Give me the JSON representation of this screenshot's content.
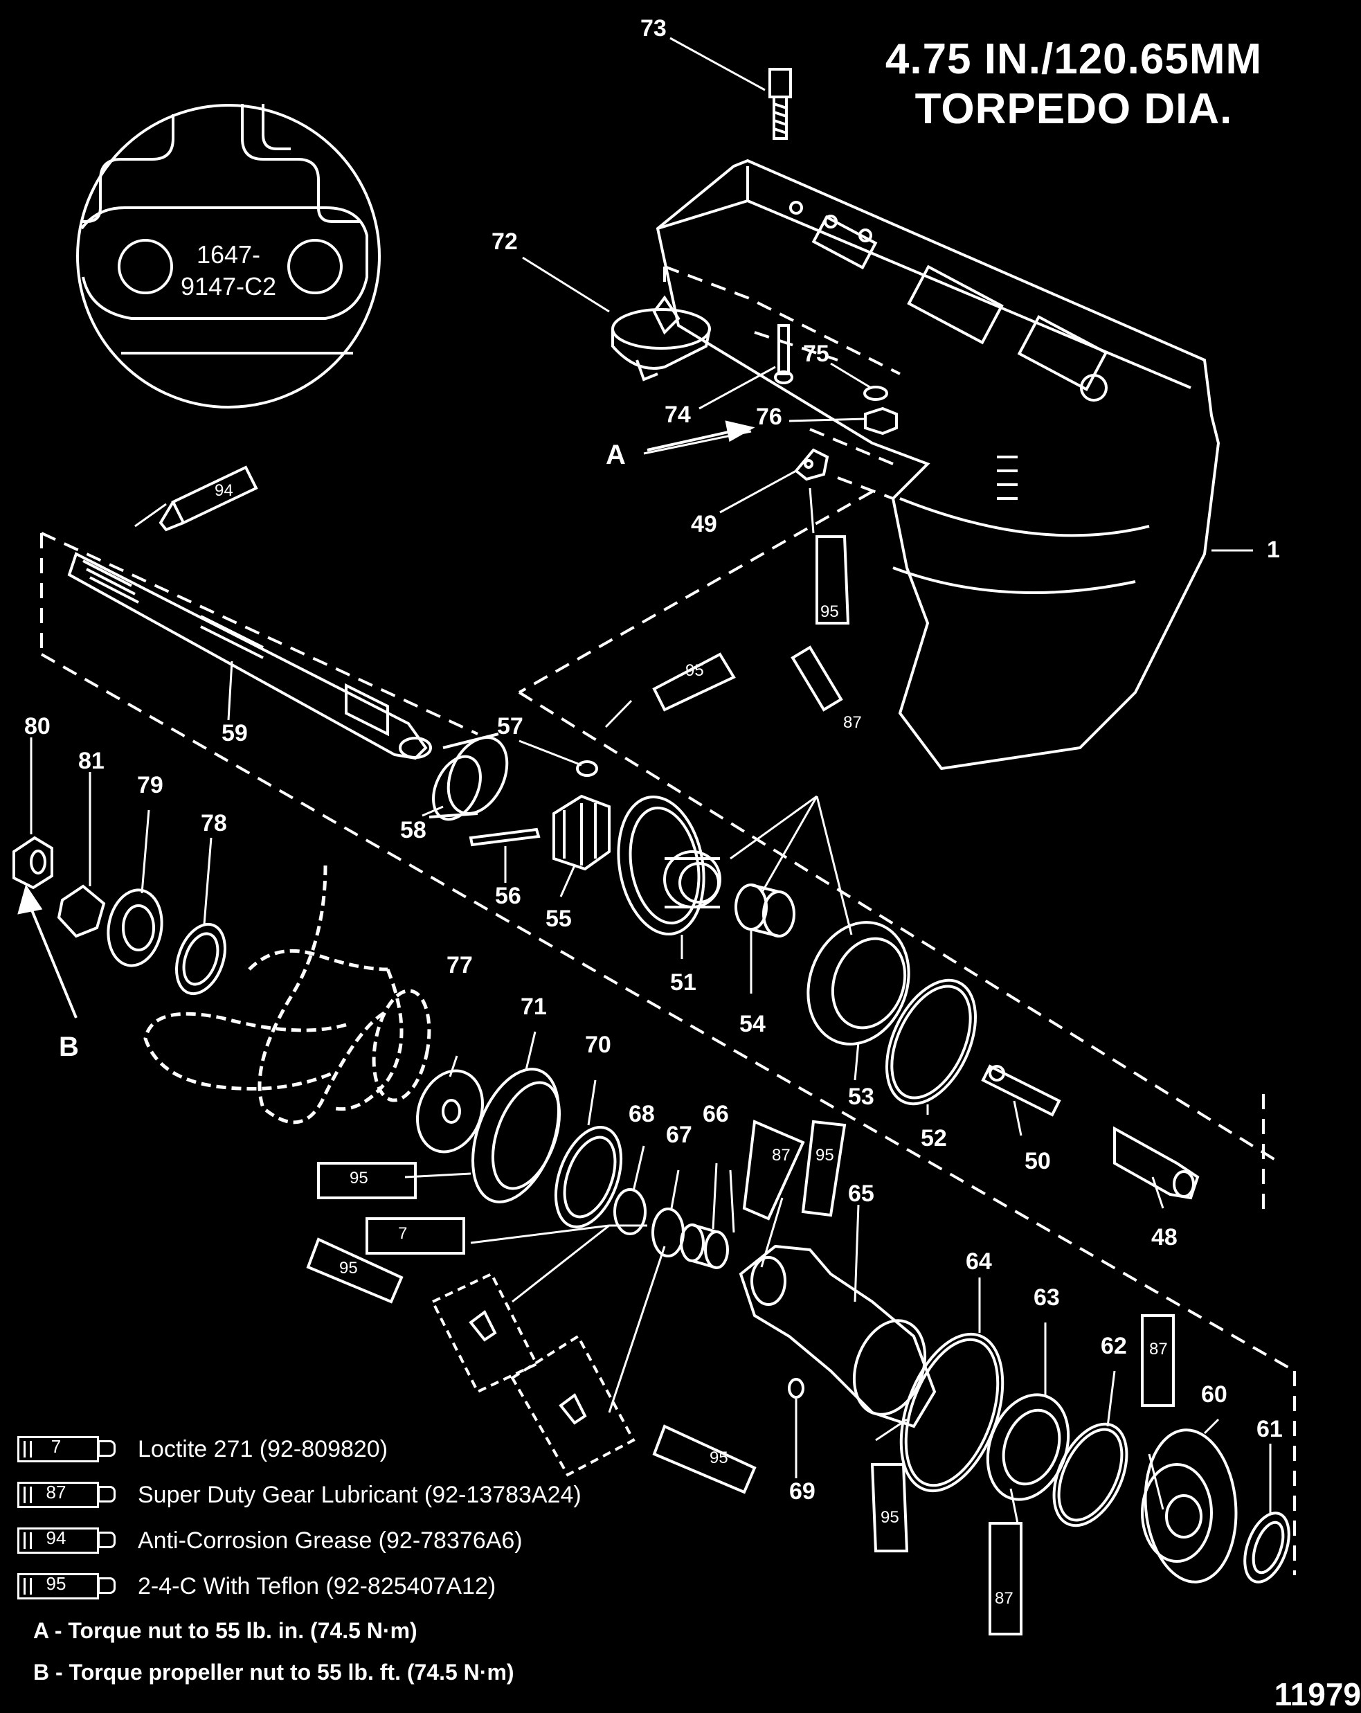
{
  "title": {
    "line1": "4.75 IN./120.65MM",
    "line2": "TORPEDO DIA."
  },
  "inset": {
    "line1": "1647-",
    "line2": "9147-C2"
  },
  "callouts": {
    "c73": "73",
    "c72": "72",
    "c75": "75",
    "c74": "74",
    "c76": "76",
    "cA": "A",
    "c49": "49",
    "c94": "94",
    "c1": "1",
    "c95a": "95",
    "c59": "59",
    "c57": "57",
    "c87a": "87",
    "c80": "80",
    "c81": "81",
    "c79": "79",
    "c78": "78",
    "c58": "58",
    "c56": "56",
    "c55": "55",
    "c51": "51",
    "c54": "54",
    "cB": "B",
    "c77": "77",
    "c71": "71",
    "c70": "70",
    "c53": "53",
    "c52": "52",
    "c50": "50",
    "c48": "48",
    "c68": "68",
    "c67": "67",
    "c66": "66",
    "c65": "65",
    "c64": "64",
    "c63": "63",
    "c62": "62",
    "c60": "60",
    "c61": "61",
    "c69": "69"
  },
  "tube_labels": {
    "t94": "94",
    "t95a": "95",
    "t95b": "95",
    "t87a": "87",
    "t95c": "95",
    "t7": "7",
    "t95d": "95",
    "t87b": "87",
    "t95e": "95",
    "t95f": "95",
    "t95g": "95",
    "t87c": "87",
    "t87d": "87"
  },
  "legend": [
    {
      "num": "7",
      "text": "Loctite 271 (92-809820)"
    },
    {
      "num": "87",
      "text": "Super Duty Gear Lubricant (92-13783A24)"
    },
    {
      "num": "94",
      "text": "Anti-Corrosion Grease (92-78376A6)"
    },
    {
      "num": "95",
      "text": "2-4-C  With Teflon (92-825407A12)"
    }
  ],
  "notes": {
    "a": "A - Torque nut to 55 lb. in. (74.5 N·m)",
    "b": "B - Torque propeller nut to 55 lb. ft. (74.5 N·m)"
  },
  "figure_number": "11979"
}
